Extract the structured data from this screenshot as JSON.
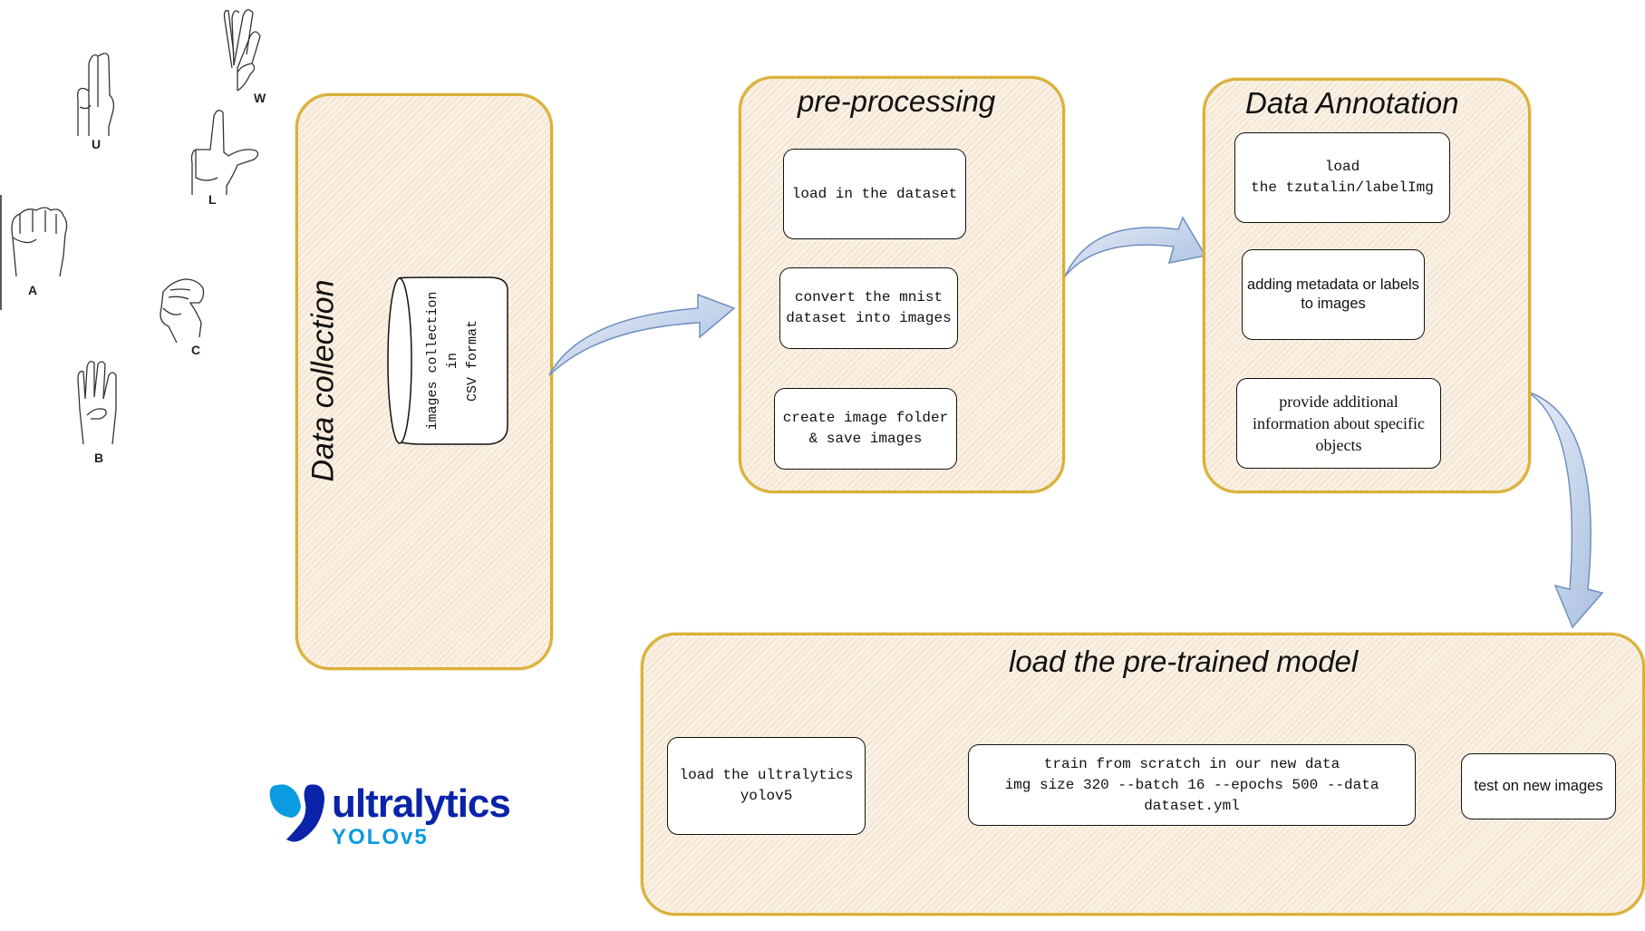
{
  "hands": [
    {
      "letter": "U"
    },
    {
      "letter": "W"
    },
    {
      "letter": "L"
    },
    {
      "letter": "A"
    },
    {
      "letter": "C"
    },
    {
      "letter": "B"
    }
  ],
  "data_collection": {
    "title": "Data collection",
    "cylinder_lines": [
      "images collection",
      "in",
      "CSV format"
    ]
  },
  "pre_processing": {
    "title": "pre-processing",
    "steps": [
      "load in the dataset",
      "convert the mnist dataset into images",
      "create image folder & save images"
    ]
  },
  "data_annotation": {
    "title": "Data Annotation",
    "step1_line1": "load",
    "step1_line2": "the tzutalin/labelImg",
    "step2": "adding metadata or labels to images",
    "step3": "provide additional information about specific objects"
  },
  "model": {
    "title": "load the pre-trained model",
    "step1": "load the ultralytics yolov5",
    "step2_line1": "train from scratch in our new data",
    "step2_line2": "img size 320 --batch 16 --epochs 500 --data dataset.yml",
    "step3": "test on new images"
  },
  "logo": {
    "name": "ultralytics",
    "sub": "YOLOv5"
  },
  "colors": {
    "panel_border": "#d9b13a",
    "panel_fill": "#faf1e4",
    "arrow_blue": "#6f8fc0",
    "logo_blue": "#0b23a9",
    "logo_cyan": "#0b9be0"
  }
}
